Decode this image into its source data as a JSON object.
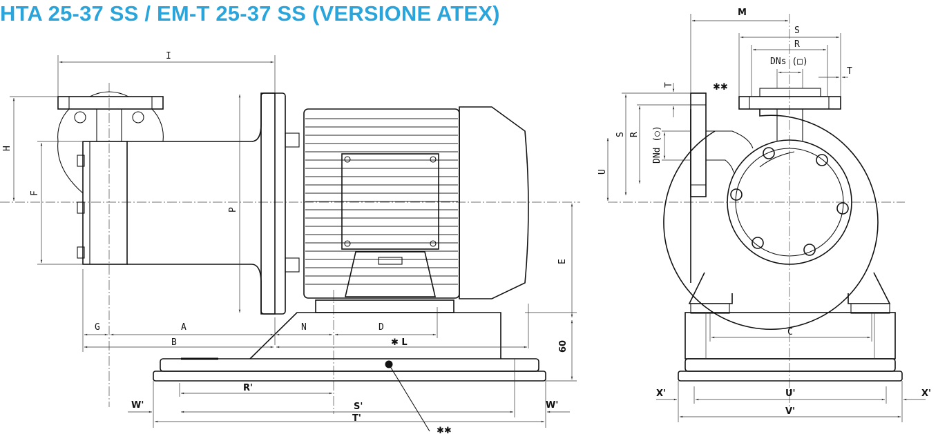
{
  "title": "HTA 25-37 SS / EM-T 25-37 SS (VERSIONE ATEX)",
  "side_view": {
    "labels": {
      "I": "I",
      "H": "H",
      "F": "F",
      "P": "P",
      "E": "E",
      "G": "G",
      "A": "A",
      "N": "N",
      "D": "D",
      "B": "B",
      "L": "✱ L",
      "dim_60": "60",
      "R_prime": "R'",
      "S_prime": "S'",
      "T_prime": "T'",
      "W_prime_left": "W'",
      "W_prime_right": "W'",
      "double_star": "✱✱"
    }
  },
  "front_view": {
    "labels": {
      "M": "M",
      "S_top": "S",
      "R_top": "R",
      "DNs": "DNs (□)",
      "T_right": "T",
      "T_left": "T",
      "S_left": "S",
      "R_left": "R",
      "DNd": "DNd (○)",
      "U": "U",
      "C": "C",
      "X_prime_left": "X'",
      "U_prime": "U'",
      "X_prime_right": "X'",
      "V_prime": "V'",
      "double_star": "✱✱"
    }
  }
}
